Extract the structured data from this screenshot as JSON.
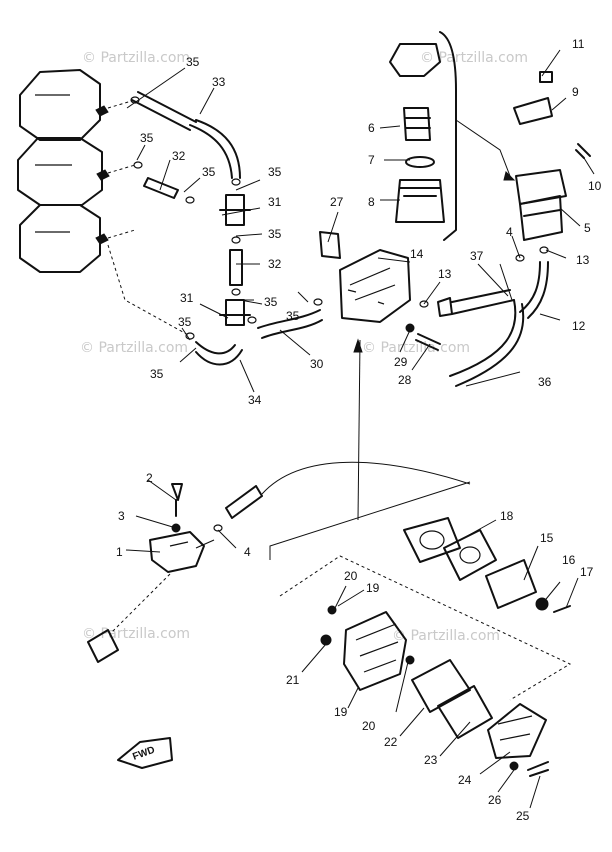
{
  "watermark": "© Partzilla.com",
  "fwd_label": "FWD",
  "callouts": {
    "c1": "1",
    "c2": "2",
    "c3": "3",
    "c4a": "4",
    "c4b": "4",
    "c5": "5",
    "c6": "6",
    "c7": "7",
    "c8": "8",
    "c9": "9",
    "c10": "10",
    "c11": "11",
    "c12": "12",
    "c13a": "13",
    "c13b": "13",
    "c14": "14",
    "c15": "15",
    "c16": "16",
    "c17": "17",
    "c18": "18",
    "c19a": "19",
    "c19b": "19",
    "c20a": "20",
    "c20b": "20",
    "c21": "21",
    "c22": "22",
    "c23": "23",
    "c24": "24",
    "c25": "25",
    "c26": "26",
    "c27": "27",
    "c28": "28",
    "c29": "29",
    "c30": "30",
    "c31a": "31",
    "c31b": "31",
    "c32a": "32",
    "c32b": "32",
    "c33": "33",
    "c34": "34",
    "c35a": "35",
    "c35b": "35",
    "c35c": "35",
    "c35d": "35",
    "c35e": "35",
    "c35f": "35",
    "c35g": "35",
    "c35h": "35",
    "c36": "36",
    "c37": "37"
  },
  "colors": {
    "ink": "#111111",
    "watermark": "#c9c9c9",
    "background": "#ffffff"
  }
}
